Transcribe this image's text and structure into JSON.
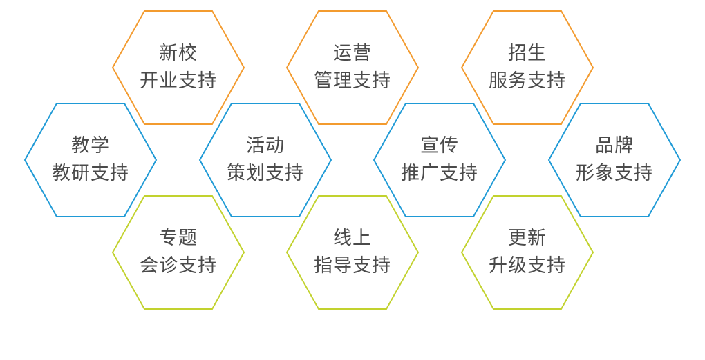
{
  "colors": {
    "orange": "#f39b2f",
    "blue": "#1f9ad6",
    "green": "#c2d22e",
    "text": "#4a4a4a"
  },
  "hexagons": [
    {
      "id": "new-school",
      "color": "orange",
      "line1": "新校",
      "line2": "开业支持"
    },
    {
      "id": "operations",
      "color": "orange",
      "line1": "运营",
      "line2": "管理支持"
    },
    {
      "id": "enrollment",
      "color": "orange",
      "line1": "招生",
      "line2": "服务支持"
    },
    {
      "id": "teaching",
      "color": "blue",
      "line1": "教学",
      "line2": "教研支持"
    },
    {
      "id": "activity",
      "color": "blue",
      "line1": "活动",
      "line2": "策划支持"
    },
    {
      "id": "promotion",
      "color": "blue",
      "line1": "宣传",
      "line2": "推广支持"
    },
    {
      "id": "brand",
      "color": "blue",
      "line1": "品牌",
      "line2": "形象支持"
    },
    {
      "id": "consult",
      "color": "green",
      "line1": "专题",
      "line2": "会诊支持"
    },
    {
      "id": "online",
      "color": "green",
      "line1": "线上",
      "line2": "指导支持"
    },
    {
      "id": "upgrade",
      "color": "green",
      "line1": "更新",
      "line2": "升级支持"
    }
  ]
}
